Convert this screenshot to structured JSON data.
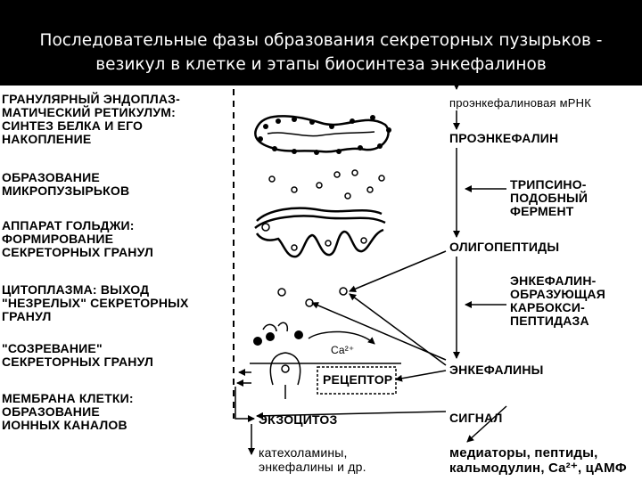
{
  "title": "Последовательные фазы образования секреторных пузырьков -\nвезикул в клетке и этапы биосинтеза энкефалинов",
  "left_labels": [
    "ГРАНУЛЯРНЫЙ ЭНДОПЛАЗ-\nМАТИЧЕСКИЙ РЕТИКУЛУМ:\nСИНТЕЗ БЕЛКА И ЕГО\nНАКОПЛЕНИЕ",
    "ОБРАЗОВАНИЕ\nМИКРОПУЗЫРЬКОВ",
    "АППАРАТ ГОЛЬДЖИ:\nФОРМИРОВАНИЕ\nСЕКРЕТОРНЫХ ГРАНУЛ",
    "ЦИТОПЛАЗМА: ВЫХОД\n\"НЕЗРЕЛЫХ\" СЕКРЕТОРНЫХ\nГРАНУЛ",
    "\"СОЗРЕВАНИЕ\"\nСЕКРЕТОРНЫХ ГРАНУЛ",
    "МЕМБРАНА КЛЕТКИ:\nОБРАЗОВАНИЕ\nИОННЫХ КАНАЛОВ"
  ],
  "right_chain": {
    "mrna": "проэнкефалиновая мРНК",
    "proenkephalin": "ПРОЭНКЕФАЛИН",
    "trypsin_enzyme": "ТРИПСИНО-\nПОДОБНЫЙ\nФЕРМЕНТ",
    "oligopeptides": "ОЛИГОПЕПТИДЫ",
    "carboxypeptidase": "ЭНКЕФАЛИН-\nОБРАЗУЮЩАЯ\nКАРБОКСИ-\nПЕПТИДАЗА",
    "enkephalins": "ЭНКЕФАЛИНЫ",
    "signal": "СИГНАЛ",
    "mediators": "медиаторы, пептиды,\nкальмодулин, Ca²⁺, цАМФ"
  },
  "cell": {
    "calcium": "Ca²⁺",
    "receptor": "РЕЦЕПТОР",
    "exocytosis": "ЭКЗОЦИТОЗ",
    "released": "катехоламины,\nэнкефалины и др."
  },
  "colors": {
    "title_bg": "#000000",
    "title_text": "#ffffff",
    "ink": "#000000",
    "paper": "#ffffff"
  }
}
